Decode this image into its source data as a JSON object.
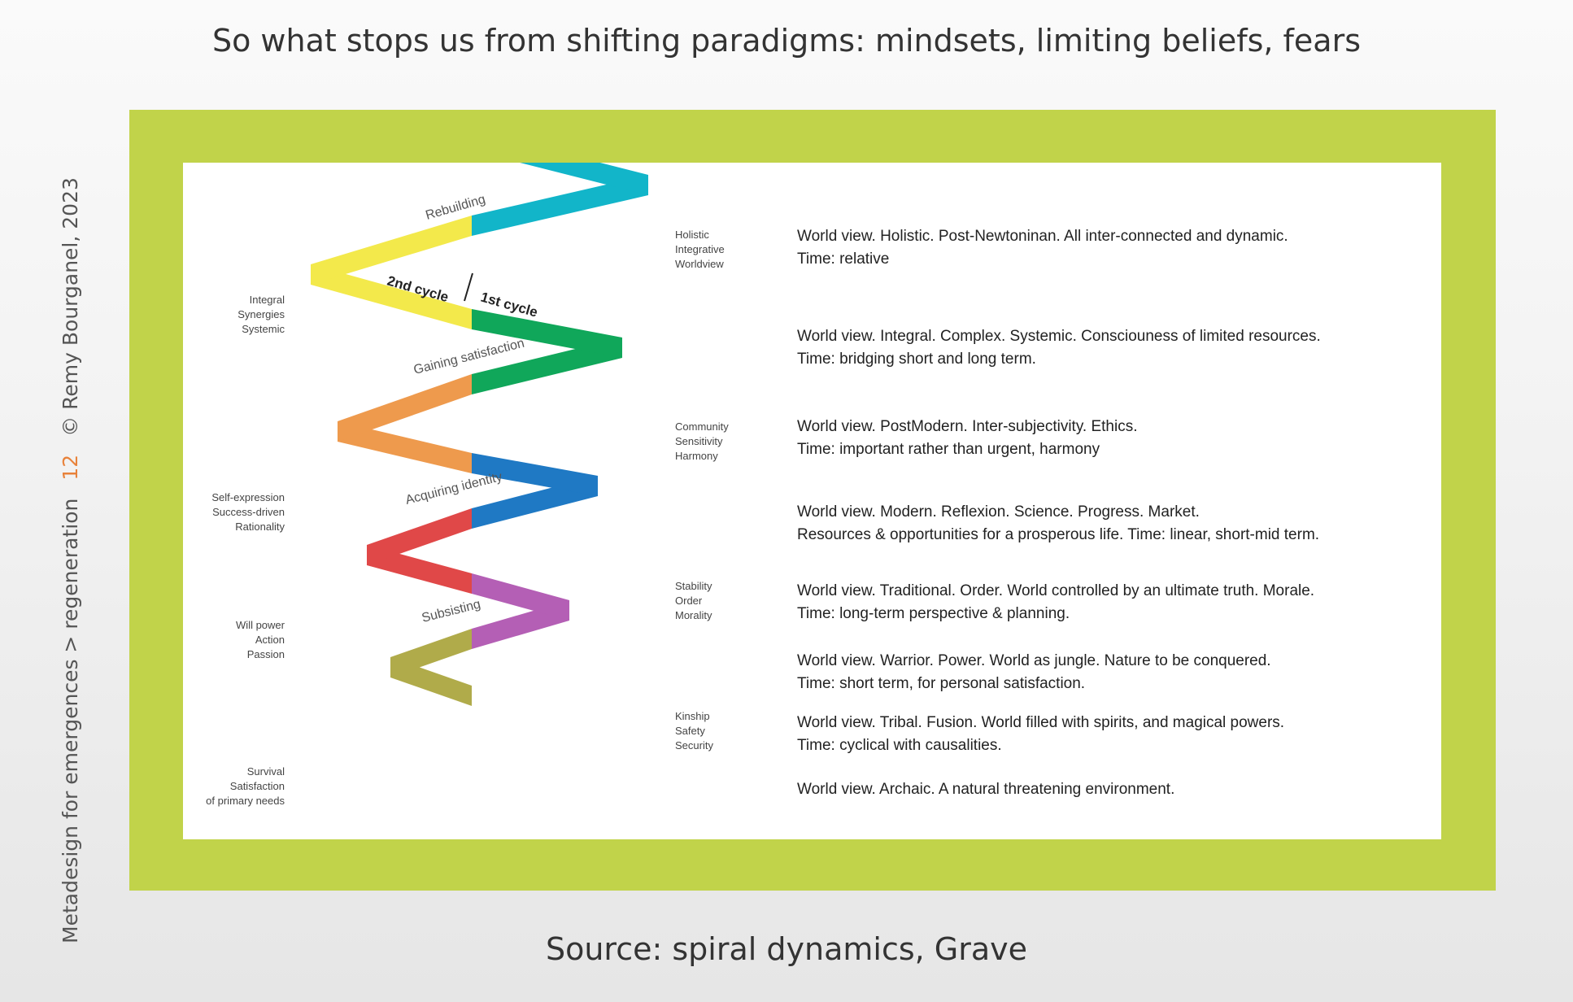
{
  "title": "So what stops us from shifting paradigms: mindsets, limiting beliefs, fears",
  "side_caption": {
    "course": "Metadesign for emergences > regeneration",
    "page_number": "12",
    "copyright": "© Remy Bourganel, 2023"
  },
  "source": "Source:  spiral dynamics, Grave",
  "diagram": {
    "segment_labels": {
      "rebuilding": "Rebuilding",
      "gaining": "Gaining satisfaction",
      "acquiring": "Acquiring identity",
      "subsisting": "Subsisting",
      "cycle2": "2nd cycle",
      "cycle1": "1st cycle"
    },
    "stage_labels_left": {
      "integral": "Integral\nSynergies\nSystemic",
      "self": "Self-expression\nSuccess-driven\nRationality",
      "will": "Will power\nAction\nPassion",
      "survival": "Survival\nSatisfaction\nof primary needs"
    },
    "stage_labels_right": {
      "holistic": "Holistic\nIntegrative\nWorldview",
      "community": "Community\nSensitivity\nHarmony",
      "stability": "Stability\nOrder\nMorality",
      "kinship": "Kinship\nSafety\nSecurity"
    },
    "descriptions": [
      {
        "line1": "World view. Holistic. Post-Newtoninan. All inter-connected and dynamic.",
        "line2": "Time: relative"
      },
      {
        "line1": "World view. Integral. Complex. Systemic. Consciouness of limited resources.",
        "line2": "Time: bridging short and long term."
      },
      {
        "line1": "World view. PostModern. Inter-subjectivity. Ethics.",
        "line2": "Time: important rather than urgent, harmony"
      },
      {
        "line1": "World view. Modern. Reflexion. Science. Progress. Market.",
        "line2": "Resources & opportunities for a prosperous life. Time: linear, short-mid term."
      },
      {
        "line1": "World view. Traditional. Order. World controlled by an ultimate truth. Morale.",
        "line2": "Time: long-term perspective & planning."
      },
      {
        "line1": "World view. Warrior. Power.  World as jungle. Nature to be conquered.",
        "line2": "Time: short term, for personal satisfaction."
      },
      {
        "line1": "World view. Tribal. Fusion.  World filled with spirits, and magical powers.",
        "line2": "Time: cyclical with causalities."
      },
      {
        "line1": "World view. Archaic. A natural threatening environment.",
        "line2": ""
      }
    ],
    "colors": {
      "turquoise": "#12b5c9",
      "yellow": "#f3e94b",
      "green": "#10a75a",
      "orange": "#ee9a4d",
      "blue": "#1f79c4",
      "red": "#e04848",
      "purple": "#b45fb5",
      "beige": "#b0ab4a",
      "frame": "#c1d34a"
    }
  }
}
